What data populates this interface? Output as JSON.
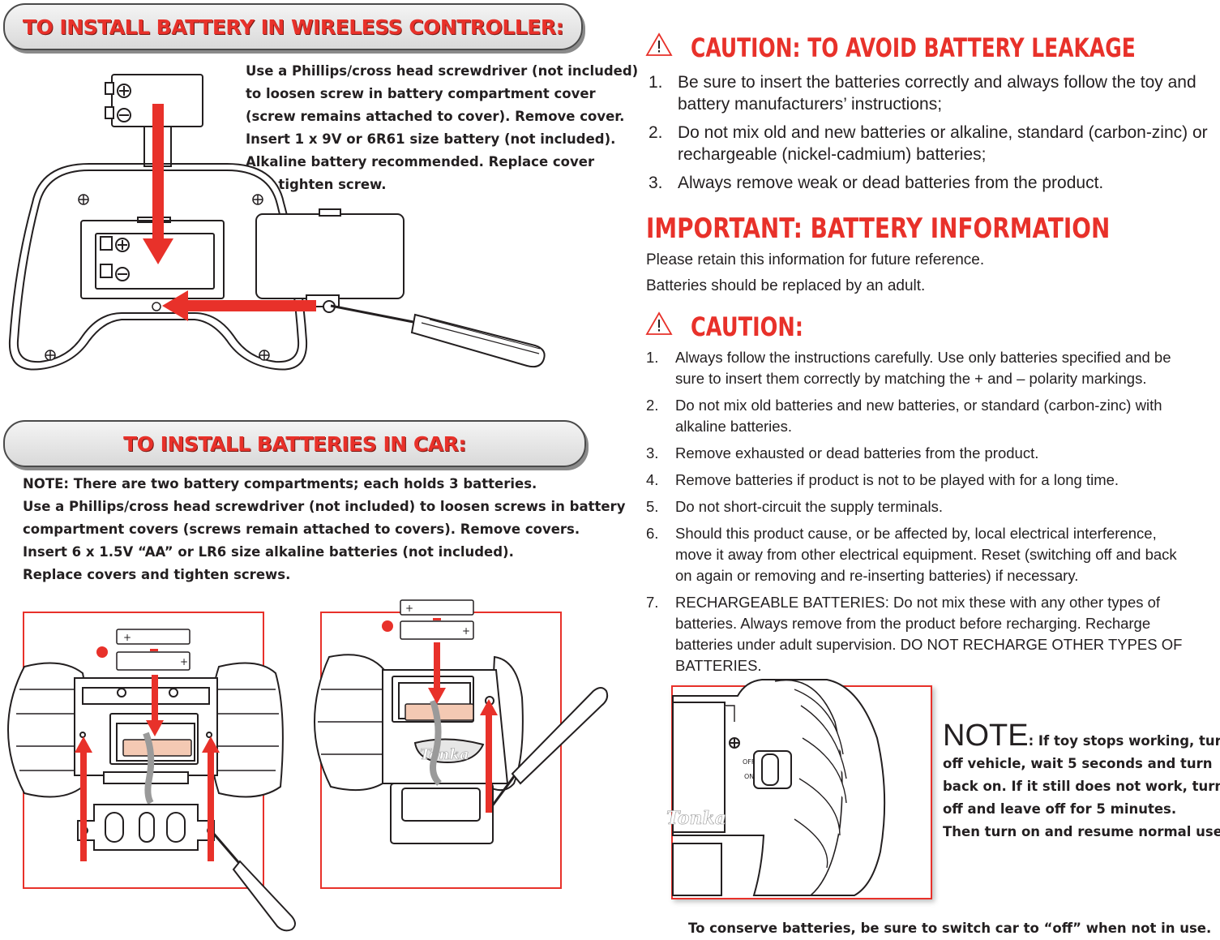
{
  "left": {
    "controller_banner": "TO INSTALL BATTERY IN WIRELESS CONTROLLER:",
    "controller_lines": [
      "Use a Phillips/cross head screwdriver (not included)",
      "to loosen screw in battery compartment cover",
      "(screw remains attached to cover). Remove cover.",
      "Insert 1 x 9V or 6R61 size battery (not included).",
      "Alkaline battery recommended. Replace cover",
      "and tighten screw."
    ],
    "car_banner": "TO INSTALL BATTERIES IN CAR:",
    "car_lines": [
      "NOTE: There are two battery compartments; each holds 3 batteries.",
      "Use a Phillips/cross head screwdriver (not included) to loosen screws in battery",
      "compartment covers (screws remain attached to covers). Remove covers.",
      "Insert 6 x 1.5V “AA” or LR6 size alkaline batteries (not included).",
      "Replace covers and tighten screws."
    ],
    "battery_plus": "+",
    "battery_minus": "–",
    "brand_logo": "Tonka"
  },
  "right": {
    "leakage_title": "CAUTION: TO AVOID BATTERY LEAKAGE",
    "leakage_items": [
      {
        "num": "1.",
        "text": "Be sure to insert the batteries correctly and always follow the toy and battery manufacturers’ instructions;"
      },
      {
        "num": "2.",
        "text": "Do not mix old and new batteries or alkaline, standard (carbon-zinc) or rechargeable (nickel-cadmium) batteries;"
      },
      {
        "num": "3.",
        "text": "Always remove weak or dead batteries from the product."
      }
    ],
    "important_title": "IMPORTANT:  BATTERY INFORMATION",
    "important_lines": [
      "Please retain this information for future reference.",
      "Batteries should be replaced by an adult."
    ],
    "caution_title": "CAUTION:",
    "caution_items": [
      {
        "num": "1.",
        "text": "Always follow the instructions carefully. Use only batteries specified and be sure to insert them correctly by matching the + and – polarity markings."
      },
      {
        "num": "2.",
        "text": "Do not mix old batteries and new batteries, or standard (carbon-zinc) with alkaline batteries."
      },
      {
        "num": "3.",
        "text": "Remove exhausted or dead batteries from the product."
      },
      {
        "num": "4.",
        "text": "Remove batteries if product is not to be played with for a long time."
      },
      {
        "num": "5.",
        "text": "Do not short-circuit the supply terminals."
      },
      {
        "num": "6.",
        "text": "Should this product cause, or be affected by, local electrical interference, move it away from other electrical equipment. Reset (switching off and back on again or removing and re-inserting batteries) if necessary."
      },
      {
        "num": "7.",
        "text": "RECHARGEABLE BATTERIES: Do not mix these with any other types of batteries. Always remove from the product before recharging. Recharge batteries under adult supervision. DO NOT RECHARGE OTHER TYPES OF BATTERIES."
      }
    ],
    "switch_off_label": "OFF",
    "switch_on_label": "ON",
    "note_word": "NOTE",
    "note_first": ": If toy stops working, turn",
    "note_lines": [
      "off vehicle, wait 5 seconds and turn",
      "back on. If it still does not work, turn",
      "off and leave off for 5 minutes.",
      "Then turn on and resume normal use."
    ],
    "footer": "To conserve batteries, be sure to switch car to “off” when not in use."
  },
  "colors": {
    "accent_red": "#e8312a",
    "text": "#231f20",
    "battery_fill": "#f4c9b3"
  }
}
